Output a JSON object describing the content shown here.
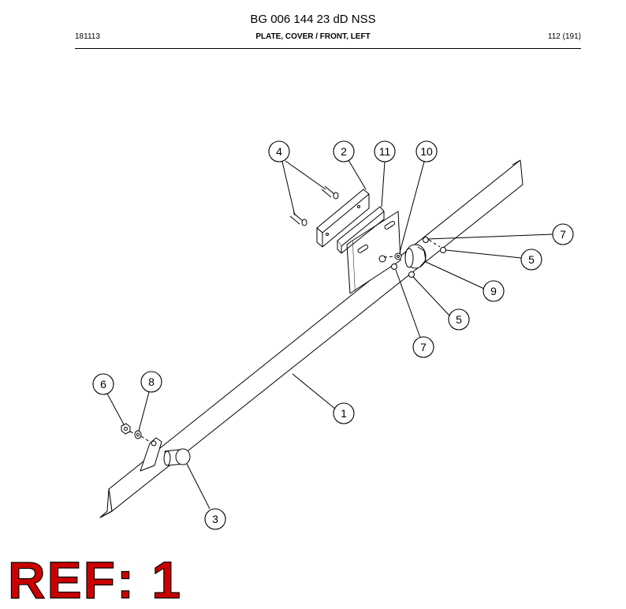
{
  "header": {
    "document_number": "BG 006 144 23 dD NSS",
    "date_code": "181113",
    "part_title": "PLATE, COVER / FRONT, LEFT",
    "page": "112 (191)"
  },
  "callouts": [
    "4",
    "2",
    "11",
    "10",
    "7",
    "5",
    "9",
    "5",
    "7",
    "6",
    "8",
    "1",
    "3"
  ],
  "reference": {
    "label": "REF: 1",
    "color": "#cc0000"
  }
}
